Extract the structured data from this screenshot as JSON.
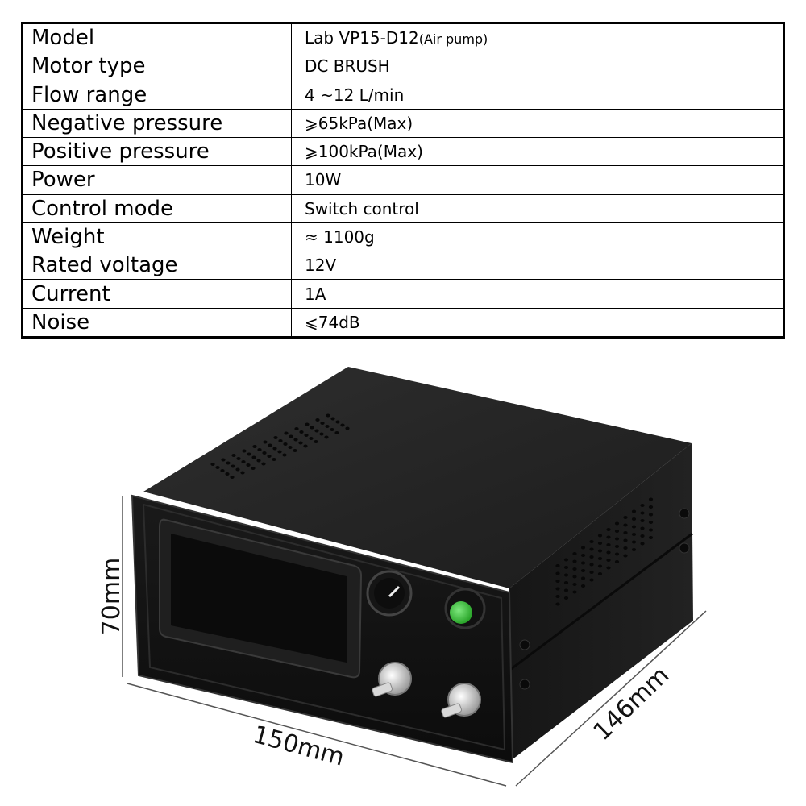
{
  "specs": [
    {
      "label": "Model",
      "value": "Lab VP15-D12",
      "note": "(Air pump)"
    },
    {
      "label": "Motor type",
      "value": "DC BRUSH"
    },
    {
      "label": "Flow range",
      "value": "4 ~12 L/min"
    },
    {
      "label": "Negative pressure",
      "value": "⩾65kPa(Max)"
    },
    {
      "label": "Positive pressure",
      "value": "⩾100kPa(Max)"
    },
    {
      "label": "Power",
      "value": "10W"
    },
    {
      "label": "Control mode",
      "value": "Switch control"
    },
    {
      "label": "Weight",
      "value": "≈ 1100g"
    },
    {
      "label": "Rated voltage",
      "value": "12V"
    },
    {
      "label": "Current",
      "value": "1A"
    },
    {
      "label": "Noise",
      "value": "⩽74dB"
    }
  ],
  "dimensions": {
    "height": "70mm",
    "width": "150mm",
    "depth": "146mm"
  },
  "colors": {
    "body": "#1c1c1c",
    "front_panel": "#0f0f0f",
    "button": "#3cc23c"
  }
}
